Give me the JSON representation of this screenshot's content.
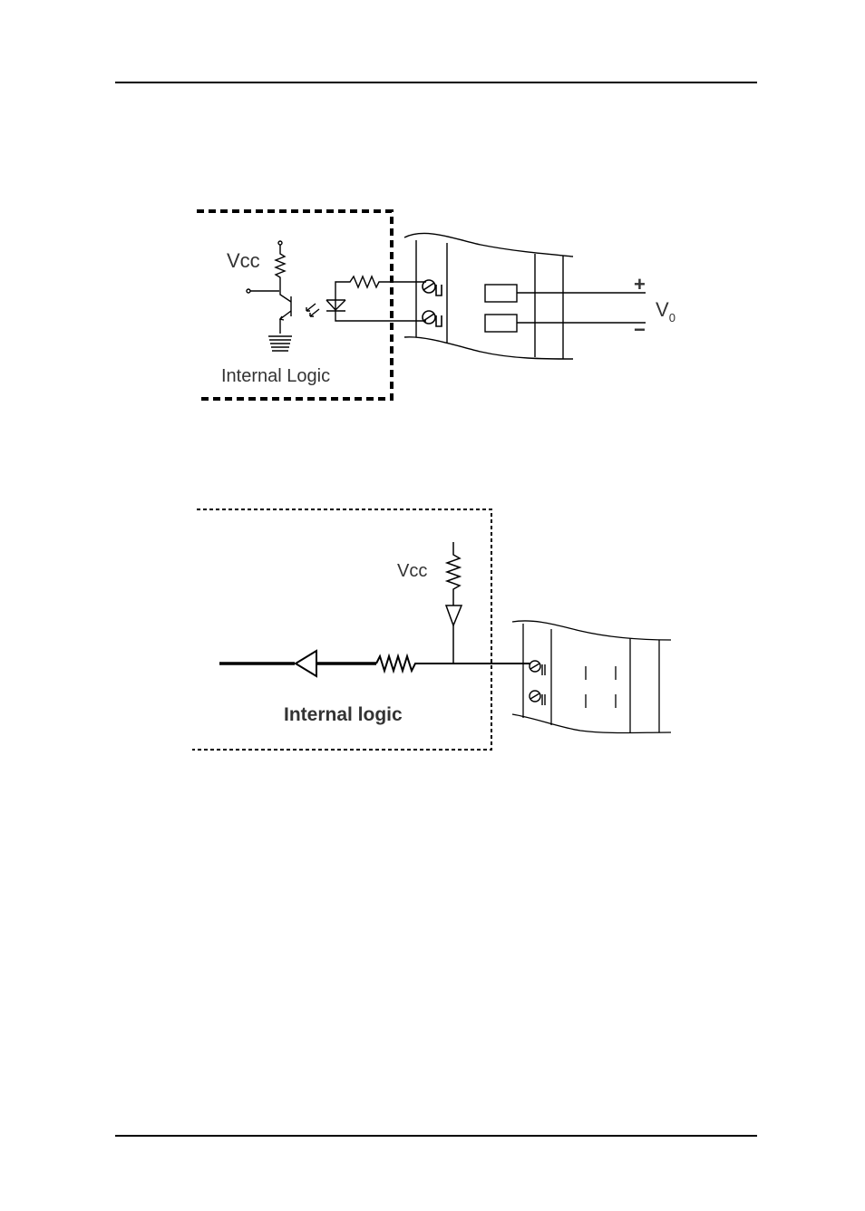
{
  "diagram_1": {
    "vcc_label": "Vcc",
    "logic_label": "Internal Logic",
    "plus_label": "+",
    "minus_label": "−",
    "vo_label": "V",
    "vo_subscript": "0"
  },
  "diagram_2": {
    "vcc_label": "Vcc",
    "logic_label": "Internal logic"
  }
}
